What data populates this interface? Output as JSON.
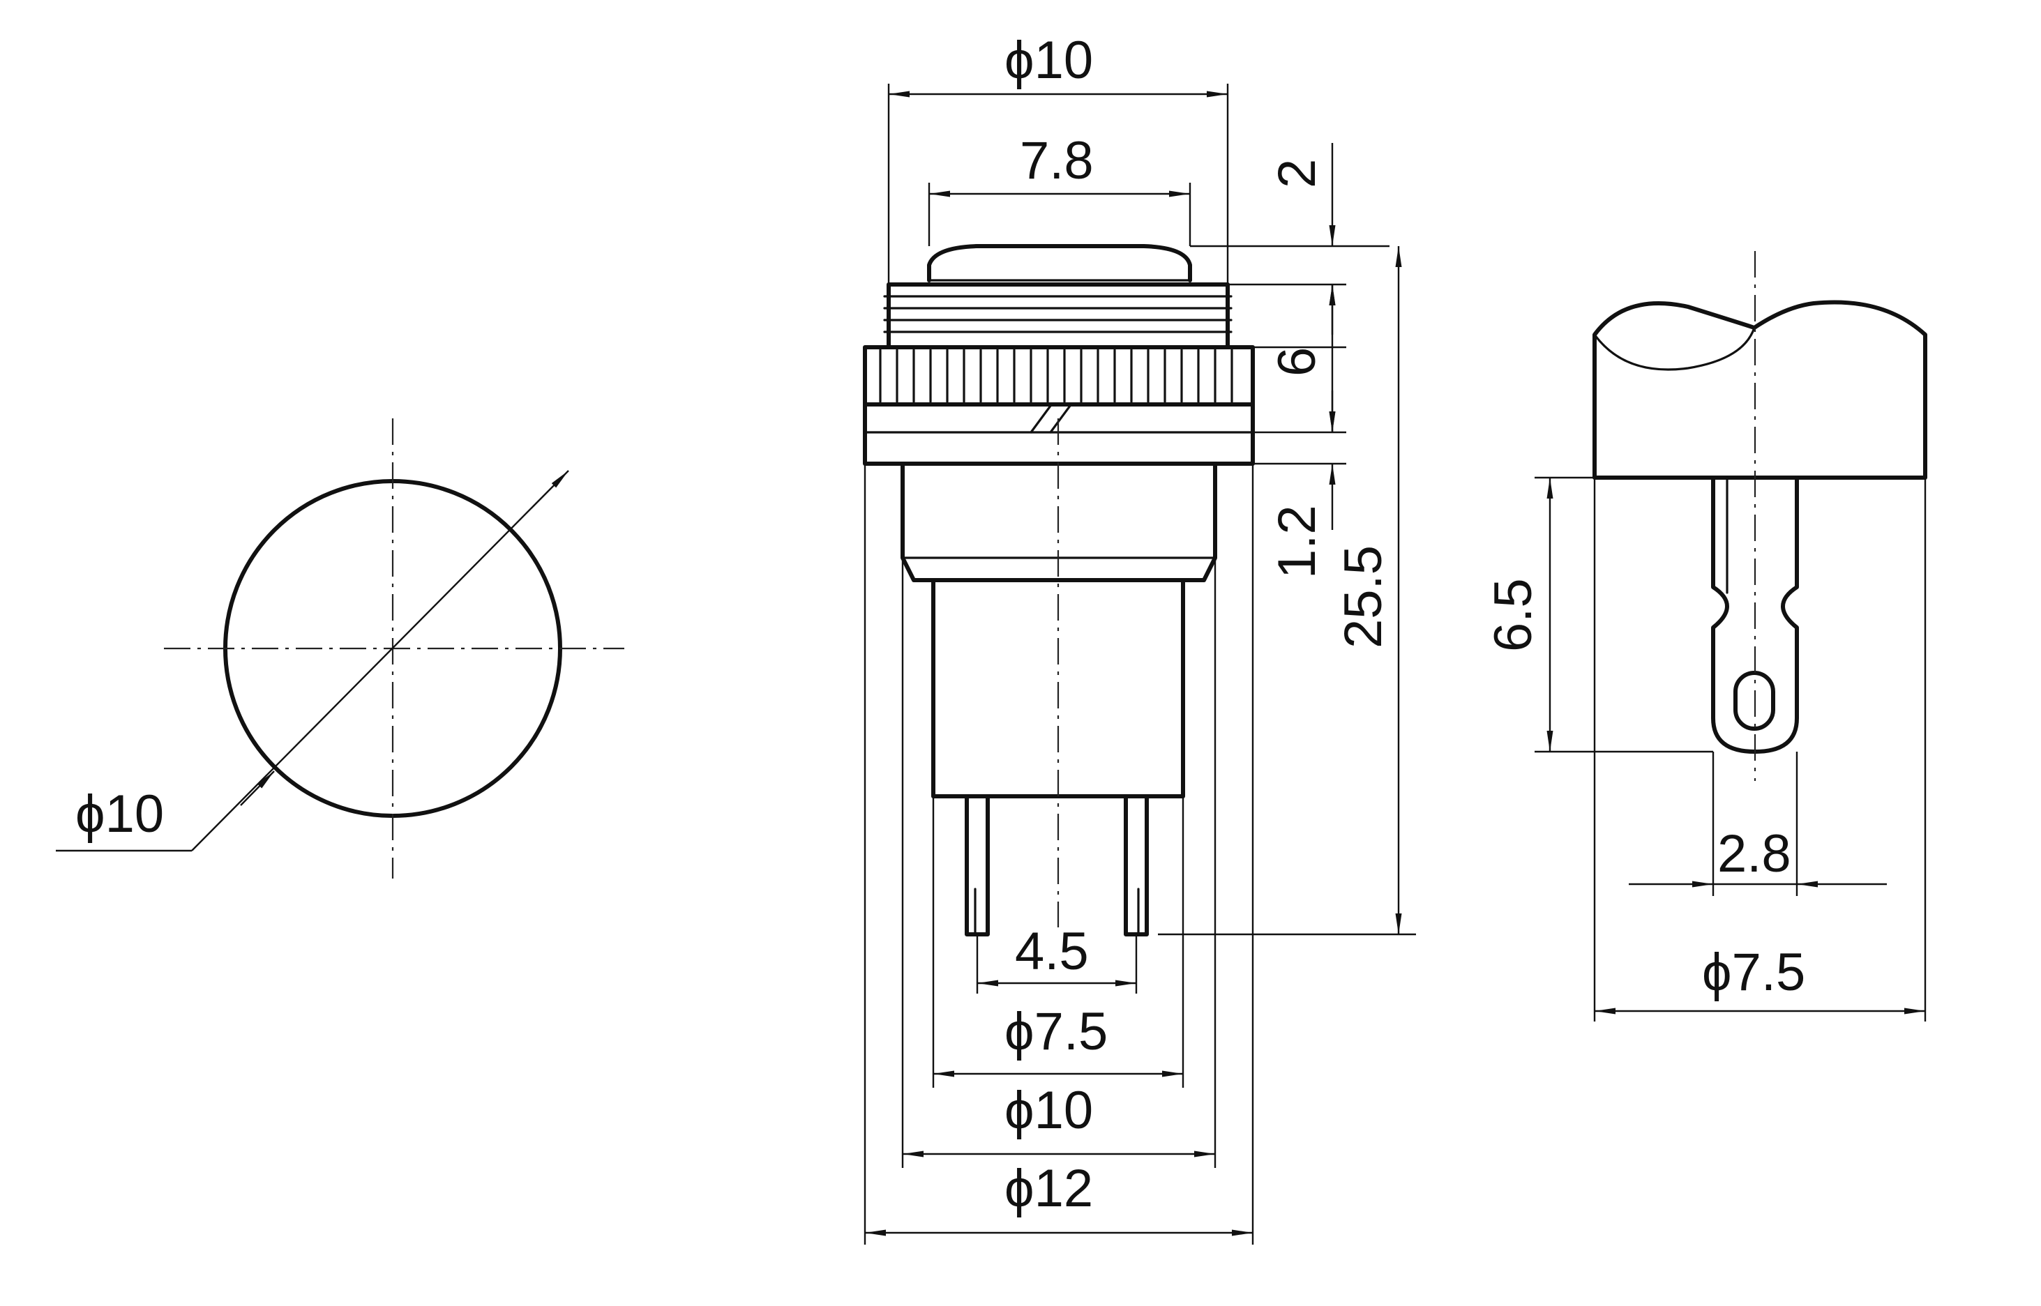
{
  "views": {
    "front": {
      "diameter_label": "ϕ10"
    },
    "side": {
      "cap_outer_diameter": "ϕ10",
      "cap_top_width": "7.8",
      "cap_height": "2",
      "thread_height": "6",
      "flange_thickness": "1.2",
      "total_height": "25.5",
      "pin_spacing": "4.5",
      "body_diameter": "ϕ7.5",
      "lower_body_diameter": "ϕ10",
      "flange_diameter": "ϕ12"
    },
    "terminal": {
      "terminal_length": "6.5",
      "terminal_width": "2.8",
      "body_diameter": "ϕ7.5"
    }
  }
}
